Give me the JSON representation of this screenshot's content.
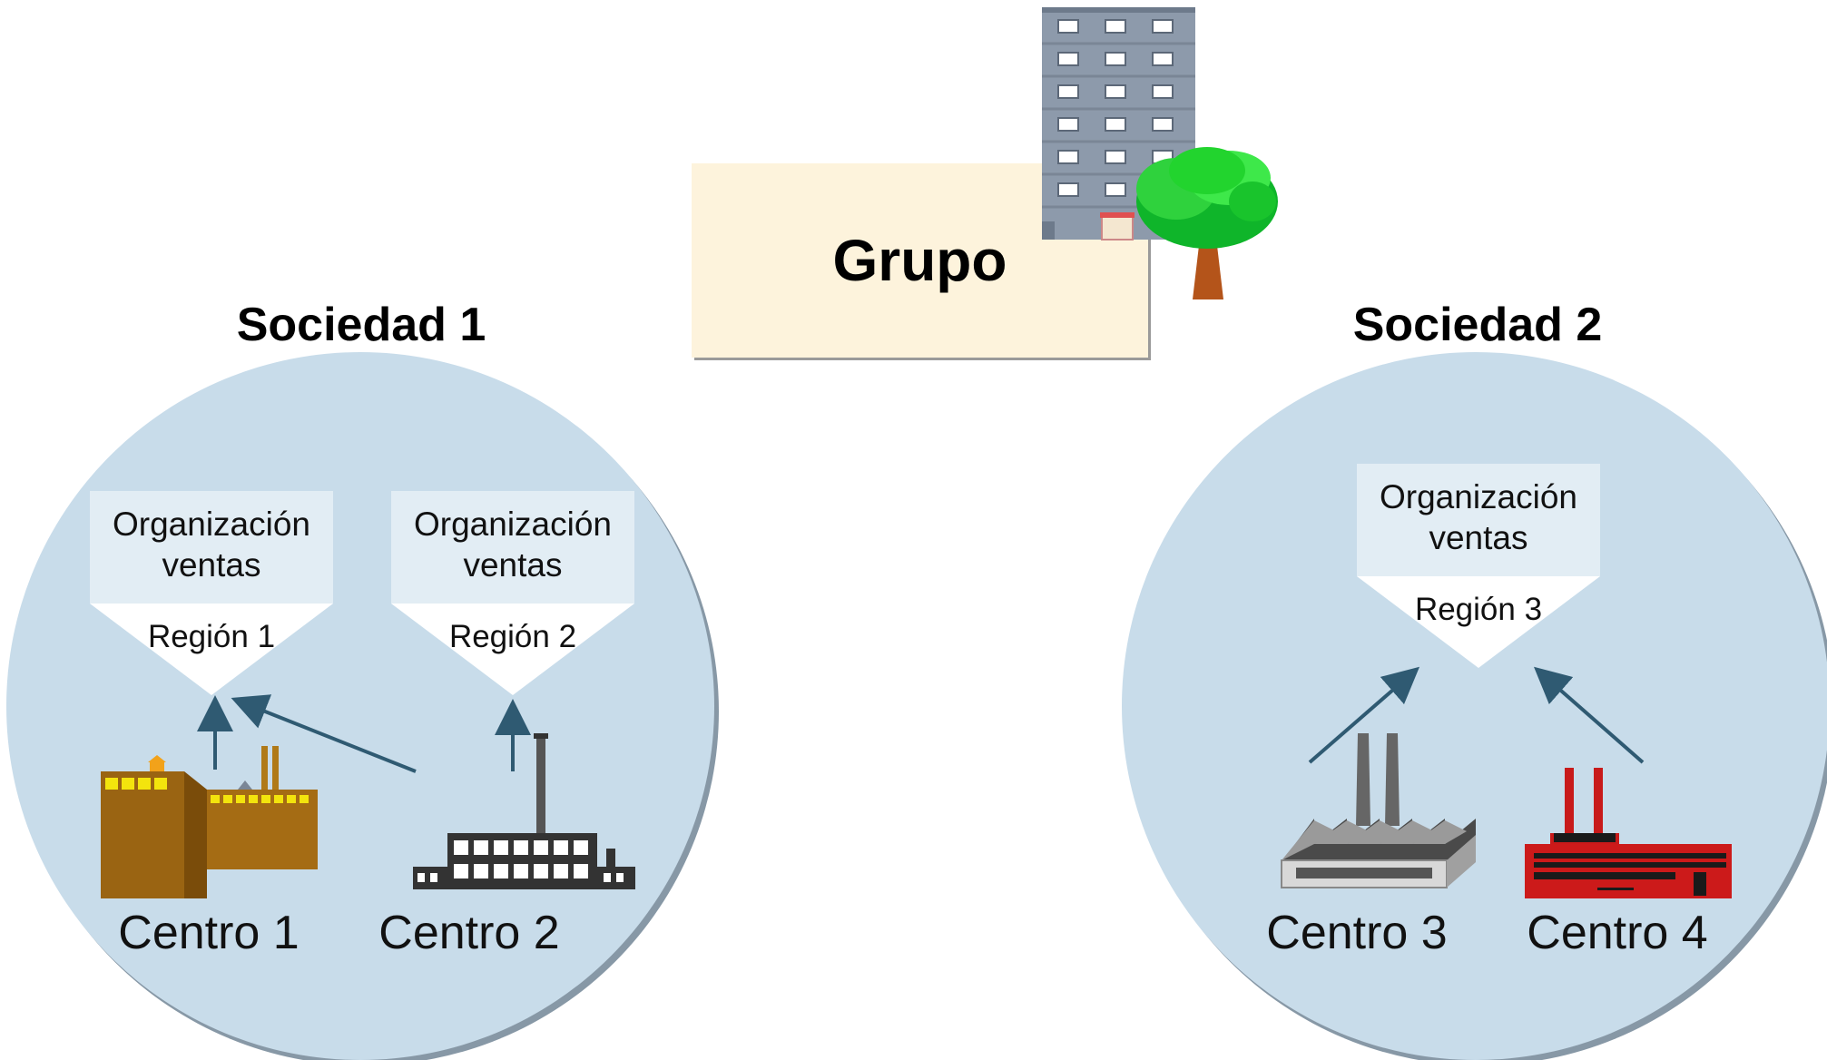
{
  "grupo": {
    "label": "Grupo"
  },
  "sociedades": [
    {
      "title": "Sociedad 1",
      "sales_orgs": [
        {
          "line1": "Organización",
          "line2": "ventas",
          "region": "Región 1"
        },
        {
          "line1": "Organización",
          "line2": "ventas",
          "region": "Región 2"
        }
      ],
      "centros": [
        "Centro 1",
        "Centro 2"
      ]
    },
    {
      "title": "Sociedad 2",
      "sales_orgs": [
        {
          "line1": "Organización",
          "line2": "ventas",
          "region": "Región 3"
        }
      ],
      "centros": [
        "Centro 3",
        "Centro 4"
      ]
    }
  ],
  "colors": {
    "circle_fill": "#c8dcea",
    "sales_org_fill": "#e2edf4",
    "grupo_fill": "#fdf3dc",
    "arrow": "#2f5a72"
  },
  "icons": [
    "office-building-icon",
    "tree-icon",
    "factory-icon"
  ]
}
